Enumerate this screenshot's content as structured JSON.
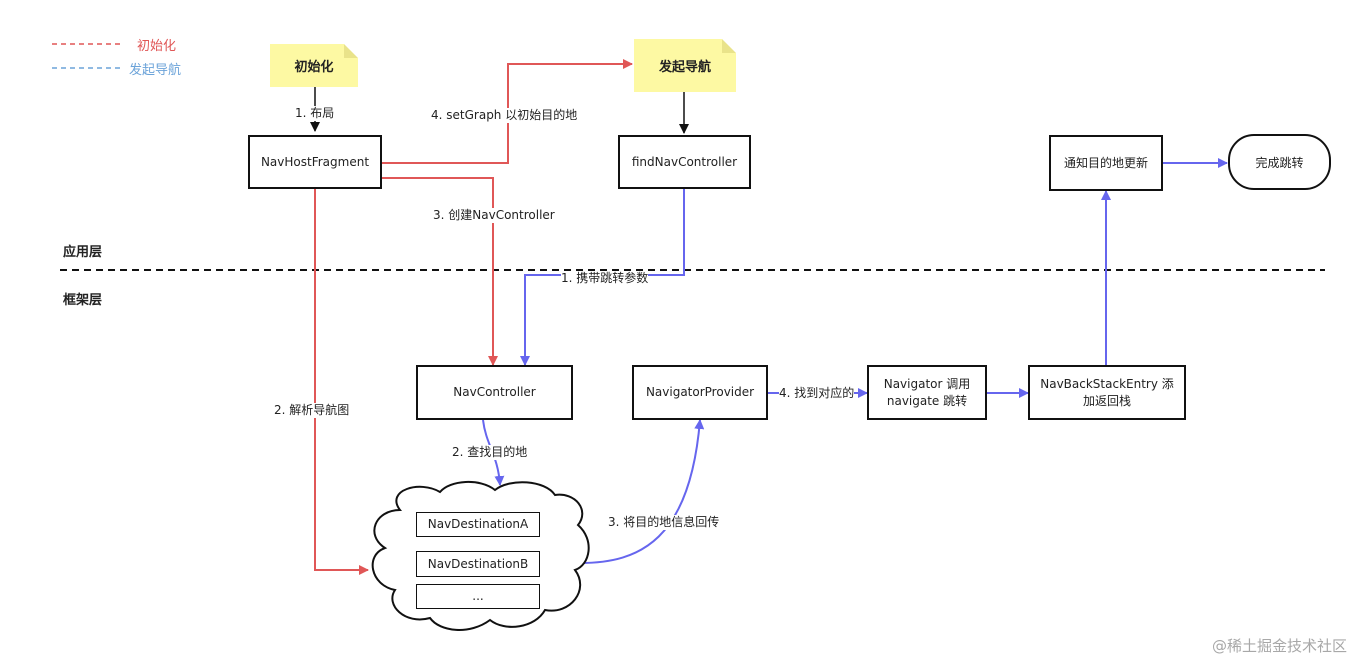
{
  "legend": {
    "init": {
      "label": "初始化",
      "color": "#e05757"
    },
    "navigate": {
      "label": "发起导航",
      "color": "#6ba3d9"
    }
  },
  "notes": {
    "init": "初始化",
    "navigate": "发起导航"
  },
  "layers": {
    "app": "应用层",
    "framework": "框架层"
  },
  "nodes": {
    "navHostFragment": "NavHostFragment",
    "findNavController": "findNavController",
    "notifyDestination": "通知目的地更新",
    "complete": "完成跳转",
    "navController": "NavController",
    "navigatorProvider": "NavigatorProvider",
    "navigatorNavigate": "Navigator 调用 navigate 跳转",
    "backStackEntry": "NavBackStackEntry 添加返回栈",
    "destinations": [
      "NavDestinationA",
      "NavDestinationB",
      "..."
    ]
  },
  "edge_labels": {
    "layout": "1. 布局",
    "setGraph": "4. setGraph 以初始目的地",
    "createController": "3. 创建NavController",
    "carryParams": "1. 携带跳转参数",
    "parseGraph": "2. 解析导航图",
    "findDestination": "2. 查找目的地",
    "returnInfo": "3. 将目的地信息回传",
    "findNavigator": "4. 找到对应的"
  },
  "colors": {
    "red_edge": "#e05757",
    "blue_edge": "#6666ee",
    "black_edge": "#111111",
    "note_bg": "#fdf9a3"
  },
  "watermark": "@稀土掘金技术社区"
}
